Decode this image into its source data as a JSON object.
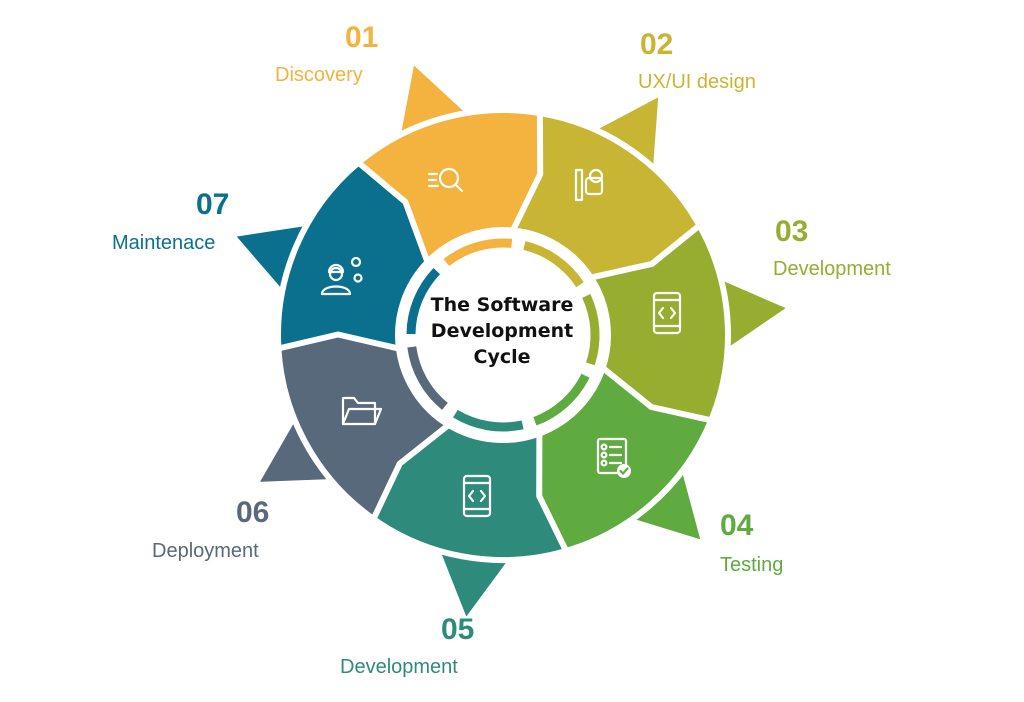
{
  "diagram": {
    "center_lines": [
      "The Software",
      "Development",
      "Cycle"
    ],
    "steps": [
      {
        "number": "01",
        "label": "Discovery",
        "color": "#f4b23f",
        "icon": "search-list-icon"
      },
      {
        "number": "02",
        "label": "UX/UI design",
        "color": "#c9b534",
        "icon": "design-tools-icon"
      },
      {
        "number": "03",
        "label": "Development",
        "color": "#97ad2f",
        "icon": "code-device-icon"
      },
      {
        "number": "04",
        "label": "Testing",
        "color": "#5fab3f",
        "icon": "checklist-icon"
      },
      {
        "number": "05",
        "label": "Development",
        "color": "#2e8b7c",
        "icon": "code-device-icon"
      },
      {
        "number": "06",
        "label": "Deployment",
        "color": "#57697a",
        "icon": "folder-icon"
      },
      {
        "number": "07",
        "label": "Maintenace",
        "color": "#0b6f8e",
        "icon": "maintenance-worker-icon"
      }
    ]
  }
}
